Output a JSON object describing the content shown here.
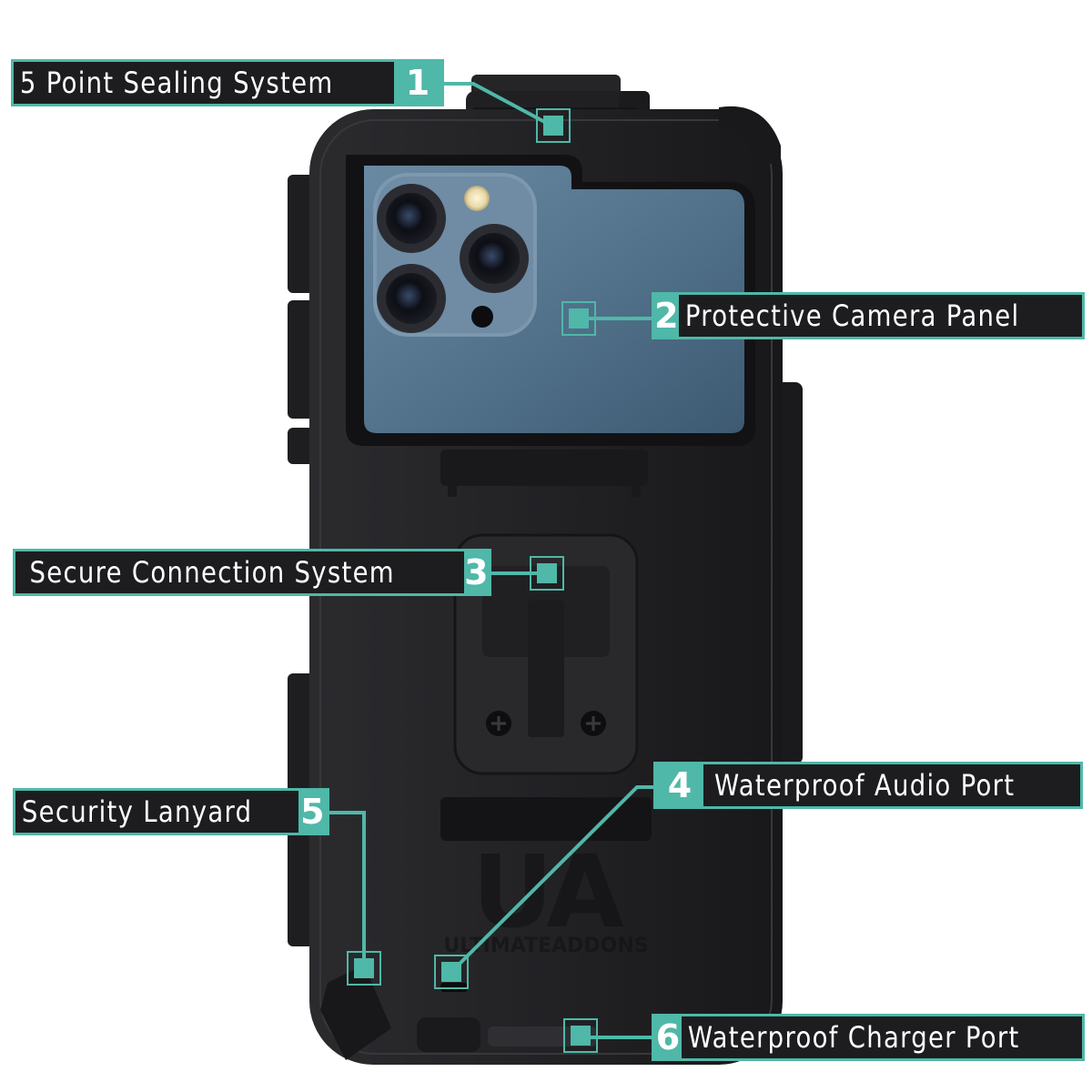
{
  "callouts": [
    {
      "number": "1",
      "text": "5 Point Sealing System"
    },
    {
      "number": "2",
      "text": "Protective Camera Panel"
    },
    {
      "number": "3",
      "text": "Secure Connection System"
    },
    {
      "number": "4",
      "text": "Waterproof Audio Port"
    },
    {
      "number": "5",
      "text": "Security Lanyard"
    },
    {
      "number": "6",
      "text": "Waterproof Charger Port"
    }
  ],
  "brand": {
    "logo": "UA",
    "wordmark": "ULTIMATEADDONS"
  },
  "colors": {
    "accent": "#4fb8a8",
    "label_bg": "#1d1d1f",
    "case": "#1f1f21",
    "phone": "#5b7a92"
  }
}
